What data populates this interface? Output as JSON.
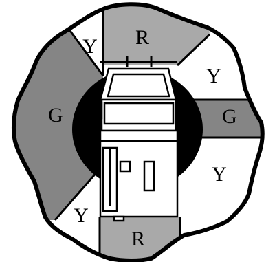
{
  "colors": {
    "red_zone": "#a9a9a9",
    "green_zone": "#858585",
    "yellow_zone": "#ffffff",
    "outline": "#000000",
    "center_well": "#000000",
    "truck_body": "#ffffff"
  },
  "zones": [
    {
      "id": "red-top",
      "label": "R",
      "color_key": "red_zone"
    },
    {
      "id": "yellow-top-left",
      "label": "Y",
      "color_key": "yellow_zone"
    },
    {
      "id": "yellow-top-right",
      "label": "Y",
      "color_key": "yellow_zone"
    },
    {
      "id": "green-left",
      "label": "G",
      "color_key": "green_zone"
    },
    {
      "id": "green-right",
      "label": "G",
      "color_key": "green_zone"
    },
    {
      "id": "yellow-bottom-right",
      "label": "Y",
      "color_key": "yellow_zone"
    },
    {
      "id": "yellow-bottom-left",
      "label": "Y",
      "color_key": "yellow_zone"
    },
    {
      "id": "red-bottom",
      "label": "R",
      "color_key": "red_zone"
    }
  ],
  "icons": {
    "badge": "maltese-cross-badge-icon",
    "vehicle": "truck-icon"
  }
}
